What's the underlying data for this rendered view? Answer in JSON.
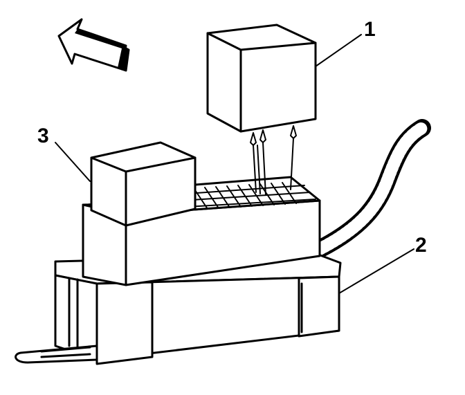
{
  "callouts": [
    {
      "id": "relay",
      "label": "1"
    },
    {
      "id": "relay-center",
      "label": "2"
    },
    {
      "id": "installed-relay",
      "label": "3"
    }
  ],
  "icons": {
    "arrow": "direction-arrow-icon"
  },
  "colors": {
    "ink": "#000000",
    "paper": "#ffffff"
  }
}
